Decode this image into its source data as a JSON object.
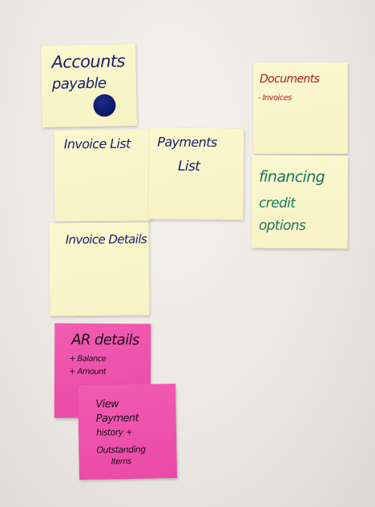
{
  "notes": {
    "accounts_payable": {
      "line1": "Accounts",
      "line2": "payable",
      "color": "#fbf8cf",
      "dot_color": "#0b1660"
    },
    "invoice_list": {
      "text": "Invoice List",
      "color": "#fbf8cf"
    },
    "payments_list": {
      "line1": "Payments",
      "line2": "List",
      "color": "#fbf8cf"
    },
    "documents": {
      "title": "Documents",
      "item": "- Invoices",
      "color": "#fbf8cf"
    },
    "financing": {
      "line1": "financing",
      "line2": "credit",
      "line3": "options",
      "color": "#fbf8cf"
    },
    "invoice_details": {
      "text": "Invoice Details",
      "color": "#fbf8cf"
    },
    "ar_details": {
      "title": "AR details",
      "item1": "+ Balance",
      "item2": "+ Amount",
      "color": "#f25bb2"
    },
    "view_payment": {
      "line1": "View",
      "line2": "Payment",
      "line3": "history +",
      "line4": "Outstanding",
      "line5": "Items",
      "color": "#f25bb2"
    }
  },
  "ink_colors": {
    "navy": "#15206b",
    "red": "#b0182a",
    "teal": "#16765f",
    "black": "#1a0d18"
  }
}
